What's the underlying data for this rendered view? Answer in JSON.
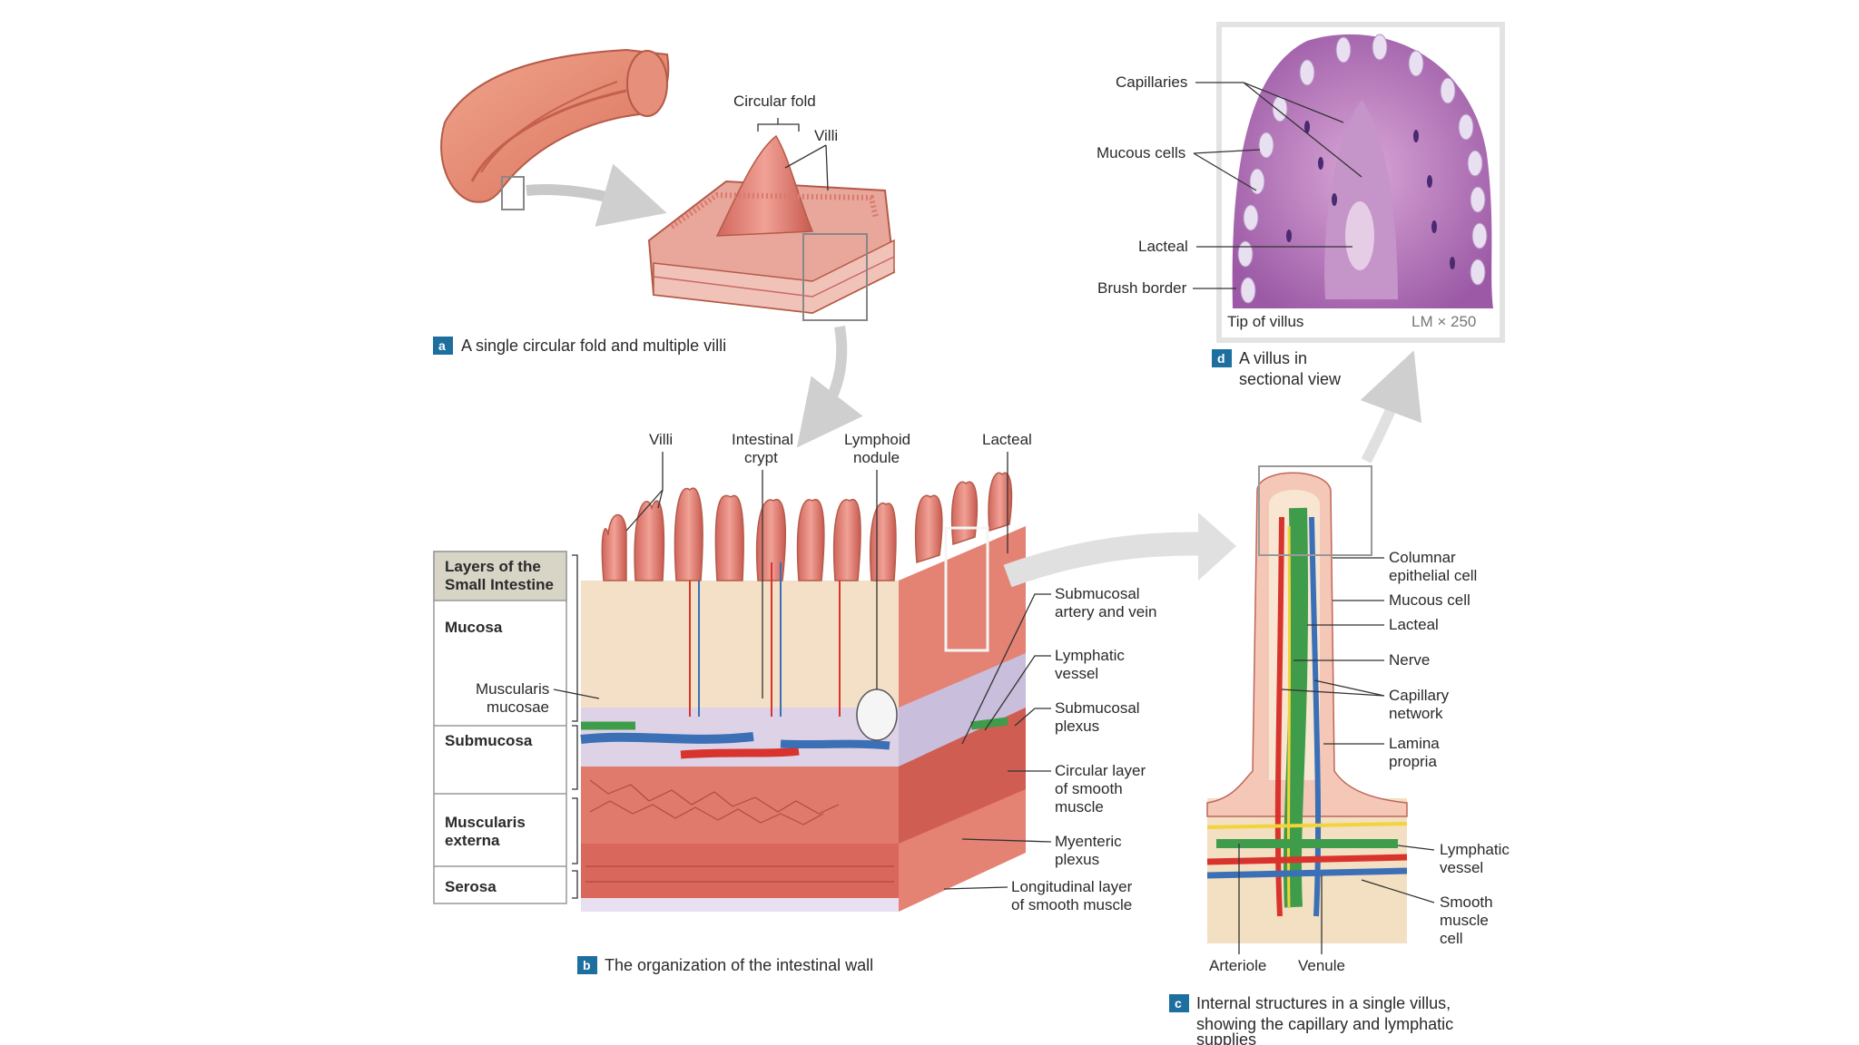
{
  "panel_a": {
    "badge": "a",
    "caption": "A single circular fold and multiple villi",
    "labels": {
      "circular_fold": "Circular fold",
      "villi": "Villi"
    }
  },
  "panel_b": {
    "badge": "b",
    "caption": "The organization of the intestinal wall",
    "top_labels": {
      "villi": "Villi",
      "crypt_1": "Intestinal",
      "crypt_2": "crypt",
      "nodule_1": "Lymphoid",
      "nodule_2": "nodule",
      "lacteal": "Lacteal"
    },
    "layers_title_1": "Layers of the",
    "layers_title_2": "Small Intestine",
    "layers": {
      "mucosa": "Mucosa",
      "muscularis_mucosae_1": "Muscularis",
      "muscularis_mucosae_2": "mucosae",
      "submucosa": "Submucosa",
      "muscularis_externa_1": "Muscularis",
      "muscularis_externa_2": "externa",
      "serosa": "Serosa"
    },
    "right_labels": {
      "sub_artery_1": "Submucosal",
      "sub_artery_2": "artery and vein",
      "lymph_1": "Lymphatic",
      "lymph_2": "vessel",
      "sub_plexus_1": "Submucosal",
      "sub_plexus_2": "plexus",
      "circ_1": "Circular layer",
      "circ_2": "of smooth",
      "circ_3": "muscle",
      "myen_1": "Myenteric",
      "myen_2": "plexus",
      "long_1": "Longitudinal layer",
      "long_2": "of smooth muscle"
    }
  },
  "panel_c": {
    "badge": "c",
    "caption_1": "Internal structures in a single villus,",
    "caption_2": "showing the capillary and lymphatic",
    "caption_3": "supplies",
    "labels": {
      "columnar_1": "Columnar",
      "columnar_2": "epithelial cell",
      "mucous_cell": "Mucous cell",
      "lacteal": "Lacteal",
      "nerve": "Nerve",
      "capillary_1": "Capillary",
      "capillary_2": "network",
      "lamina_1": "Lamina",
      "lamina_2": "propria",
      "lymph_1": "Lymphatic",
      "lymph_2": "vessel",
      "smooth_1": "Smooth",
      "smooth_2": "muscle",
      "smooth_3": "cell",
      "arteriole": "Arteriole",
      "venule": "Venule"
    }
  },
  "panel_d": {
    "badge": "d",
    "caption_1": "A villus in",
    "caption_2": "sectional view",
    "micro_left": "Tip of villus",
    "micro_right": "LM × 250",
    "labels": {
      "capillaries": "Capillaries",
      "mucous_cells": "Mucous cells",
      "lacteal": "Lacteal",
      "brush_border": "Brush border"
    }
  },
  "colors": {
    "badge": "#1d6f9f",
    "villus_pink": "#e8837a",
    "villus_dark": "#c85a50",
    "submucosa": "#f3e3c8",
    "muscle": "#d9675c",
    "artery": "#d8332c",
    "vein": "#3b6fb6",
    "lymph": "#3f9c4a",
    "nerve": "#f2d43a",
    "histo_purple": "#9c5aa6"
  }
}
